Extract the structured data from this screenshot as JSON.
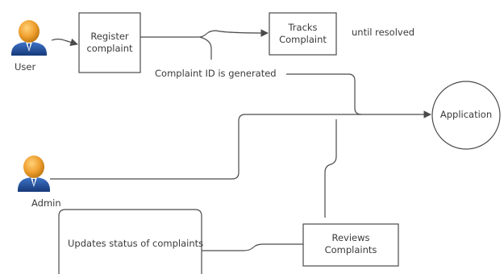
{
  "actors": {
    "user": "User",
    "admin": "Admin"
  },
  "boxes": {
    "register": [
      "Register",
      "complaint"
    ],
    "tracks": [
      "Tracks",
      "Complaint"
    ],
    "application": "Application",
    "updates": "Updates status of complaints",
    "reviews": [
      "Reviews",
      "Complaints"
    ]
  },
  "notes": {
    "until_resolved": "until resolved",
    "complaint_id": "Complaint ID is generated"
  },
  "colors": {
    "stroke": "#4a4a4a",
    "actor_head": "#f0a030",
    "actor_head_dark": "#c27a12",
    "actor_body": "#1f4e9c",
    "actor_shirt": "#ffffff"
  }
}
